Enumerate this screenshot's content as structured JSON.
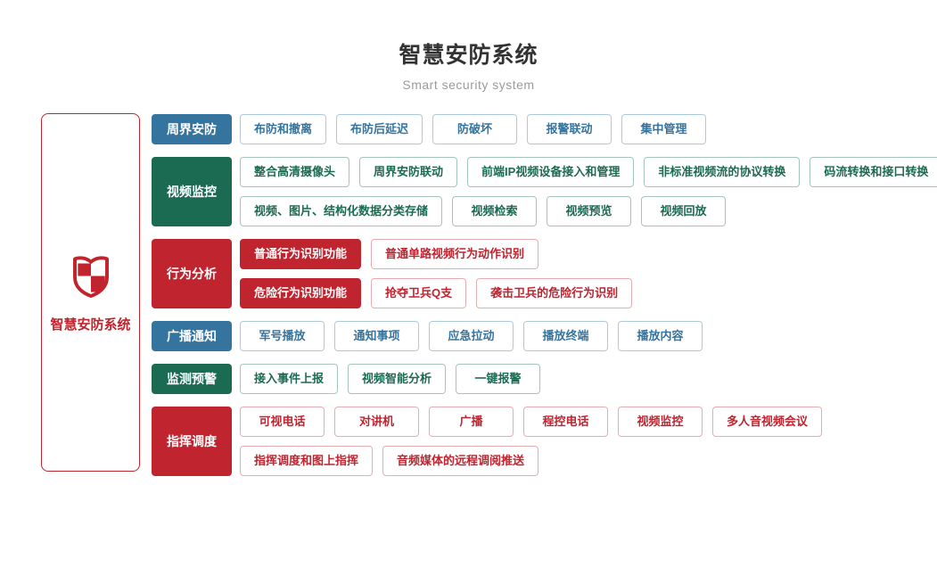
{
  "header": {
    "title": "智慧安防系统",
    "subtitle": "Smart security system"
  },
  "root": {
    "label": "智慧安防系统",
    "icon": "shield-icon"
  },
  "colors": {
    "blue": "#35749e",
    "green": "#1b6a52",
    "red": "#bf242f",
    "blue_border": "#accadd",
    "green_border": "#a4c6ba",
    "red_border": "#e6adb1",
    "root_border": "#c0242c"
  },
  "categories": [
    {
      "label": "周界安防",
      "color": "blue",
      "lines": [
        [
          {
            "text": "布防和撤离"
          },
          {
            "text": "布防后延迟"
          },
          {
            "text": "防破坏"
          },
          {
            "text": "报警联动"
          },
          {
            "text": "集中管理"
          }
        ]
      ]
    },
    {
      "label": "视频监控",
      "color": "green",
      "lines": [
        [
          {
            "text": "整合高清摄像头"
          },
          {
            "text": "周界安防联动"
          },
          {
            "text": "前端IP视频设备接入和管理"
          },
          {
            "text": "非标准视频流的协议转换"
          },
          {
            "text": "码流转换和接口转换"
          }
        ],
        [
          {
            "text": "视频、图片、结构化数据分类存储"
          },
          {
            "text": "视频检索"
          },
          {
            "text": "视频预览"
          },
          {
            "text": "视频回放"
          }
        ]
      ]
    },
    {
      "label": "行为分析",
      "color": "red",
      "lines": [
        [
          {
            "text": "普通行为识别功能",
            "solid": true
          },
          {
            "text": "普通单路视频行为动作识别"
          }
        ],
        [
          {
            "text": "危险行为识别功能",
            "solid": true
          },
          {
            "text": "抢夺卫兵Q支"
          },
          {
            "text": "袭击卫兵的危险行为识别"
          }
        ]
      ]
    },
    {
      "label": "广播通知",
      "color": "blue",
      "lines": [
        [
          {
            "text": "军号播放"
          },
          {
            "text": "通知事项"
          },
          {
            "text": "应急拉动"
          },
          {
            "text": "播放终端"
          },
          {
            "text": "播放内容"
          }
        ]
      ]
    },
    {
      "label": "监测预警",
      "color": "green",
      "lines": [
        [
          {
            "text": "接入事件上报"
          },
          {
            "text": "视频智能分析"
          },
          {
            "text": "一键报警"
          }
        ]
      ]
    },
    {
      "label": "指挥调度",
      "color": "red",
      "lines": [
        [
          {
            "text": "可视电话"
          },
          {
            "text": "对讲机"
          },
          {
            "text": "广播"
          },
          {
            "text": "程控电话"
          },
          {
            "text": "视频监控"
          },
          {
            "text": "多人音视频会议"
          }
        ],
        [
          {
            "text": "指挥调度和图上指挥"
          },
          {
            "text": "音频媒体的远程调阅推送"
          }
        ]
      ]
    }
  ]
}
